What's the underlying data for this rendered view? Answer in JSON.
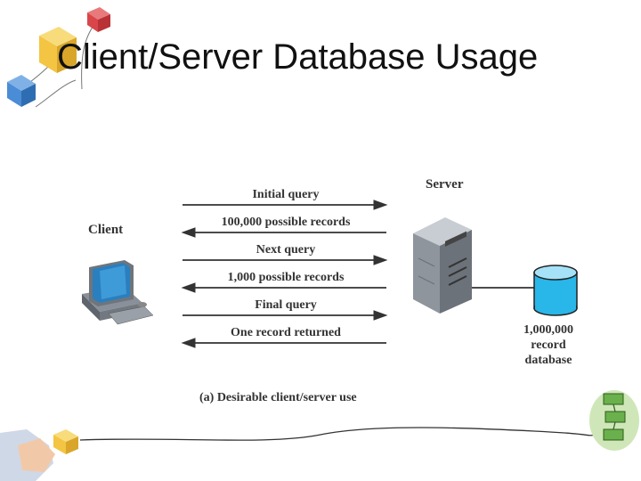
{
  "slide": {
    "title": "Client/Server Database Usage"
  },
  "diagram": {
    "client_label": "Client",
    "server_label": "Server",
    "database_label_lines": [
      "1,000,000",
      "record",
      "database"
    ],
    "messages": [
      {
        "text": "Initial query",
        "direction": "to-server"
      },
      {
        "text": "100,000 possible records",
        "direction": "to-client"
      },
      {
        "text": "Next query",
        "direction": "to-server"
      },
      {
        "text": "1,000 possible records",
        "direction": "to-client"
      },
      {
        "text": "Final query",
        "direction": "to-server"
      },
      {
        "text": "One record returned",
        "direction": "to-client"
      }
    ],
    "caption": "(a)  Desirable client/server use"
  },
  "colors": {
    "arrow": "#333333",
    "database_fill": "#29b6e8",
    "server_body": "#9aa0a8",
    "monitor_screen": "#2a7fbf",
    "cube_red": "#d9464a",
    "cube_yellow": "#f3c542",
    "cube_blue": "#4a8cd6",
    "cube_green": "#6ab04c"
  }
}
